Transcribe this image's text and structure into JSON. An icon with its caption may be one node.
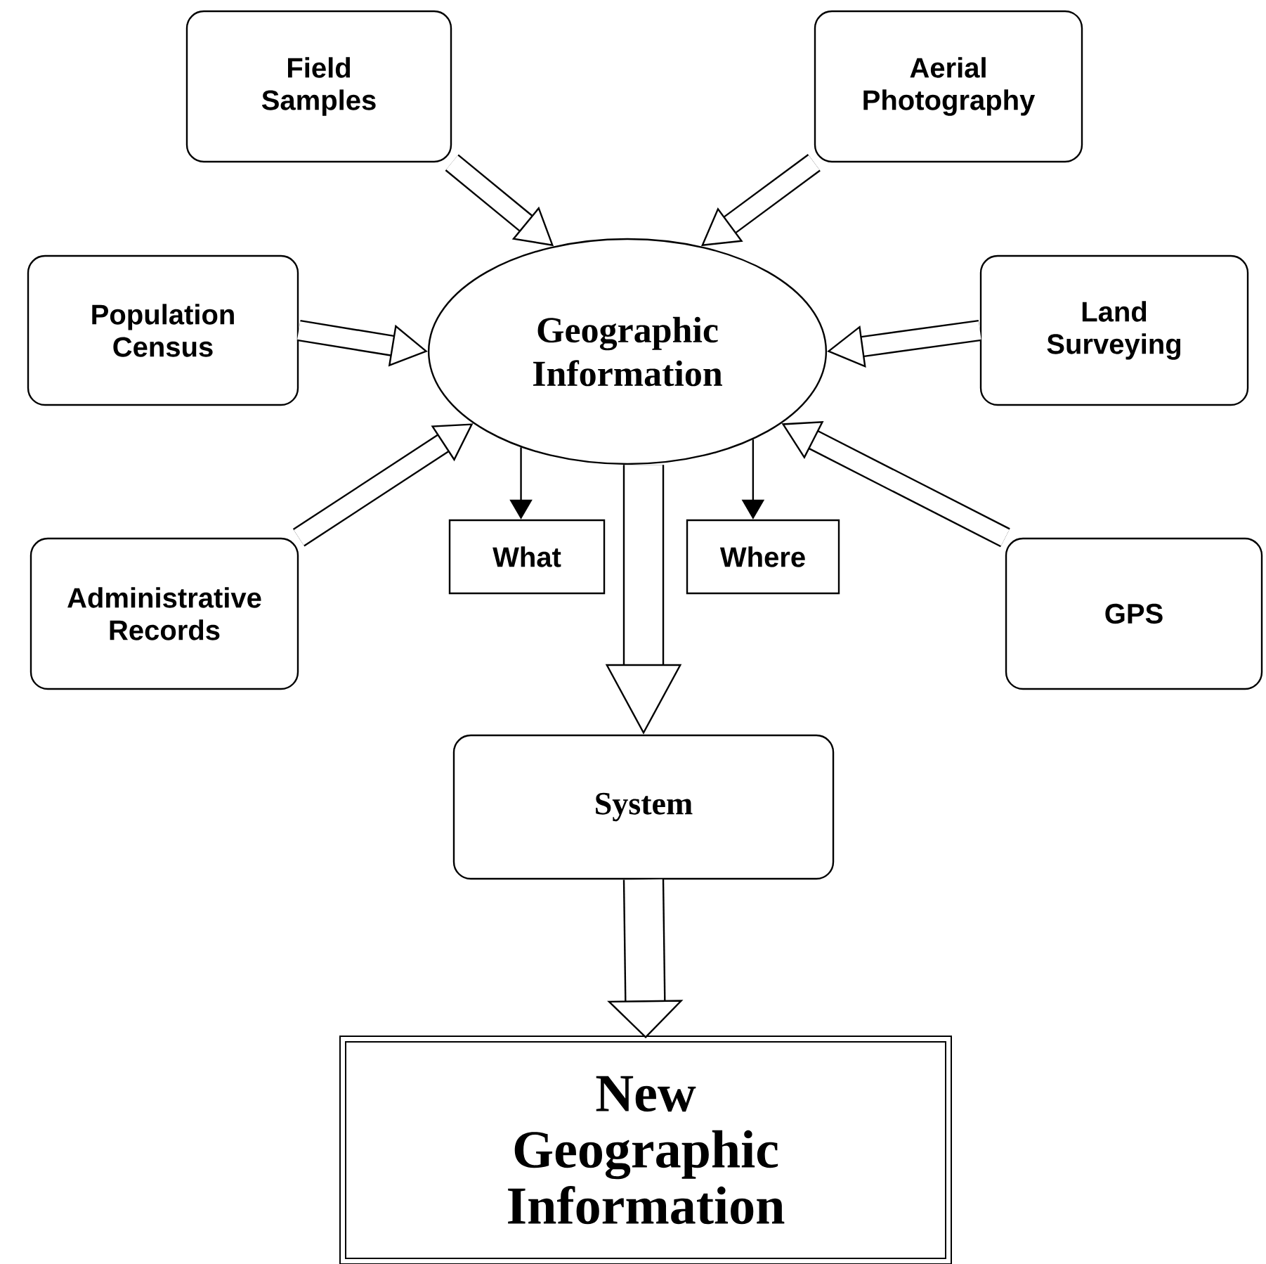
{
  "diagram": {
    "nodes": [
      {
        "text": [
          "Field Samples"
        ]
      },
      {
        "text": [
          "Aerial Photography"
        ]
      },
      {
        "text": [
          "Population Census"
        ]
      },
      {
        "text": [
          "Geographic Information"
        ]
      },
      {
        "text": [
          "Land Surveying"
        ]
      },
      {
        "text": [
          "What"
        ]
      },
      {
        "text": [
          "Where"
        ]
      },
      {
        "text": [
          "Administrative Records"
        ]
      },
      {
        "text": [
          "GPS"
        ]
      },
      {
        "text": [
          "System"
        ]
      },
      {
        "text": [
          "New Geographic Information"
        ]
      }
    ],
    "edges": [
      {
        "from": 0,
        "to": 3,
        "arrow": "to"
      },
      {
        "from": 1,
        "to": 3,
        "arrow": "to"
      },
      {
        "from": 2,
        "to": 3,
        "arrow": "to"
      },
      {
        "from": 4,
        "to": 3,
        "arrow": "to"
      },
      {
        "from": 7,
        "to": 3,
        "arrow": "to"
      },
      {
        "from": 8,
        "to": 3,
        "arrow": "to"
      },
      {
        "from": 3,
        "to": 5,
        "arrow": "to"
      },
      {
        "from": 3,
        "to": 6,
        "arrow": "to"
      },
      {
        "from": 3,
        "to": 9,
        "arrow": "to",
        "style": "thick"
      },
      {
        "from": 9,
        "to": 10,
        "arrow": "to",
        "style": "thick"
      }
    ]
  }
}
